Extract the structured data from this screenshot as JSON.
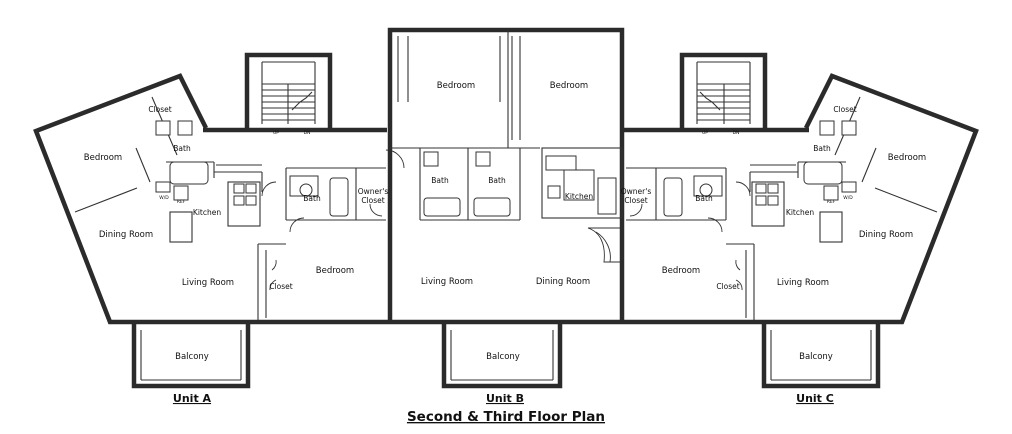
{
  "title": "Second & Third Floor Plan",
  "units": [
    "Unit A",
    "Unit B",
    "Unit C"
  ],
  "rooms": {
    "bedroom": "Bedroom",
    "closet": "Closet",
    "bath": "Bath",
    "kitchen": "Kitchen",
    "dining_room": "Dining Room",
    "living_room": "Living Room",
    "owners_closet_1": "Owner's",
    "owners_closet_2": "Closet",
    "balcony": "Balcony"
  },
  "stair_labels": {
    "up": "UP",
    "down": "DN"
  },
  "appliance_labels": {
    "washer_dryer": "W/D",
    "refrigerator": "REF"
  }
}
